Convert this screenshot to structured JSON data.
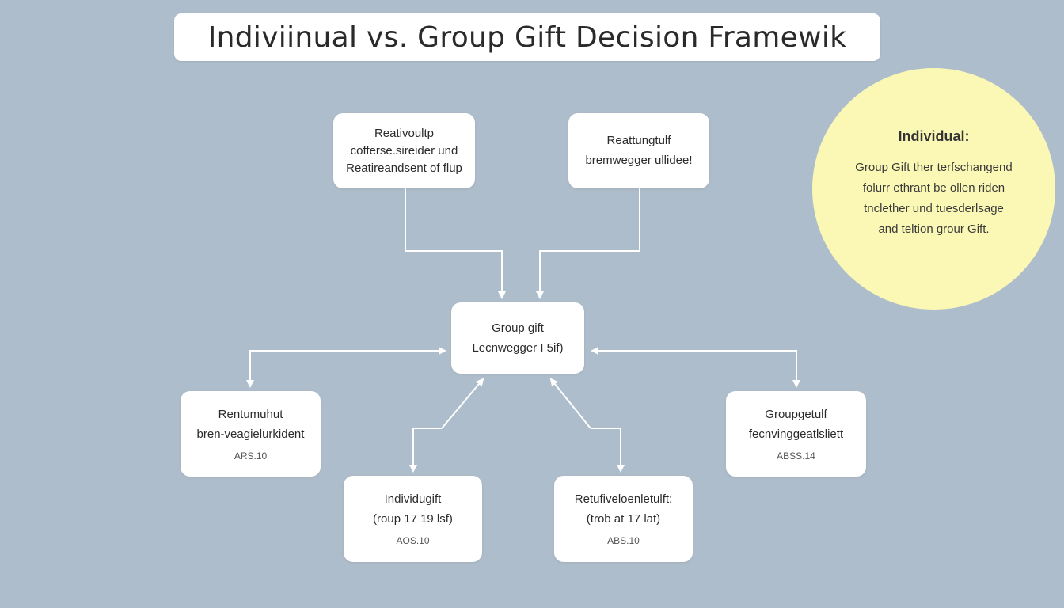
{
  "title": "Indiviinual vs. Group Gift Decision Framewik",
  "colors": {
    "background": "#aebdcb",
    "node_fill": "#ffffff",
    "callout_fill": "#fbf8b6",
    "connector": "#ffffff"
  },
  "nodes": {
    "top_left": {
      "lines": [
        "Reativoultp",
        "cofferse.sireider und",
        "Reatireandsent of flup"
      ]
    },
    "top_right": {
      "lines": [
        "Reattungtulf",
        "bremwegger ullidee!"
      ]
    },
    "center": {
      "lines": [
        "Group gift",
        "Lecnwegger I 5if)"
      ]
    },
    "mid_left": {
      "lines": [
        "Rentumuhut",
        "bren-veagielurkident"
      ],
      "code": "ARS.10"
    },
    "mid_right": {
      "lines": [
        "Groupgetulf",
        "fecnvinggeatlsliett"
      ],
      "code": "ABSS.14"
    },
    "bottom_left": {
      "lines": [
        "Individugift",
        "(roup 17 19 lsf)"
      ],
      "code": "AOS.10"
    },
    "bottom_right": {
      "lines": [
        "Retufiveloenletulft:",
        "(trob at 17 lat)"
      ],
      "code": "ABS.10"
    }
  },
  "callout": {
    "heading": "Individual:",
    "lines": [
      "Group Gift ther terfschangend",
      "folurr ethrant be ollen riden",
      "tnclether und tuesderlsage",
      "and teltion grour Gift."
    ]
  }
}
